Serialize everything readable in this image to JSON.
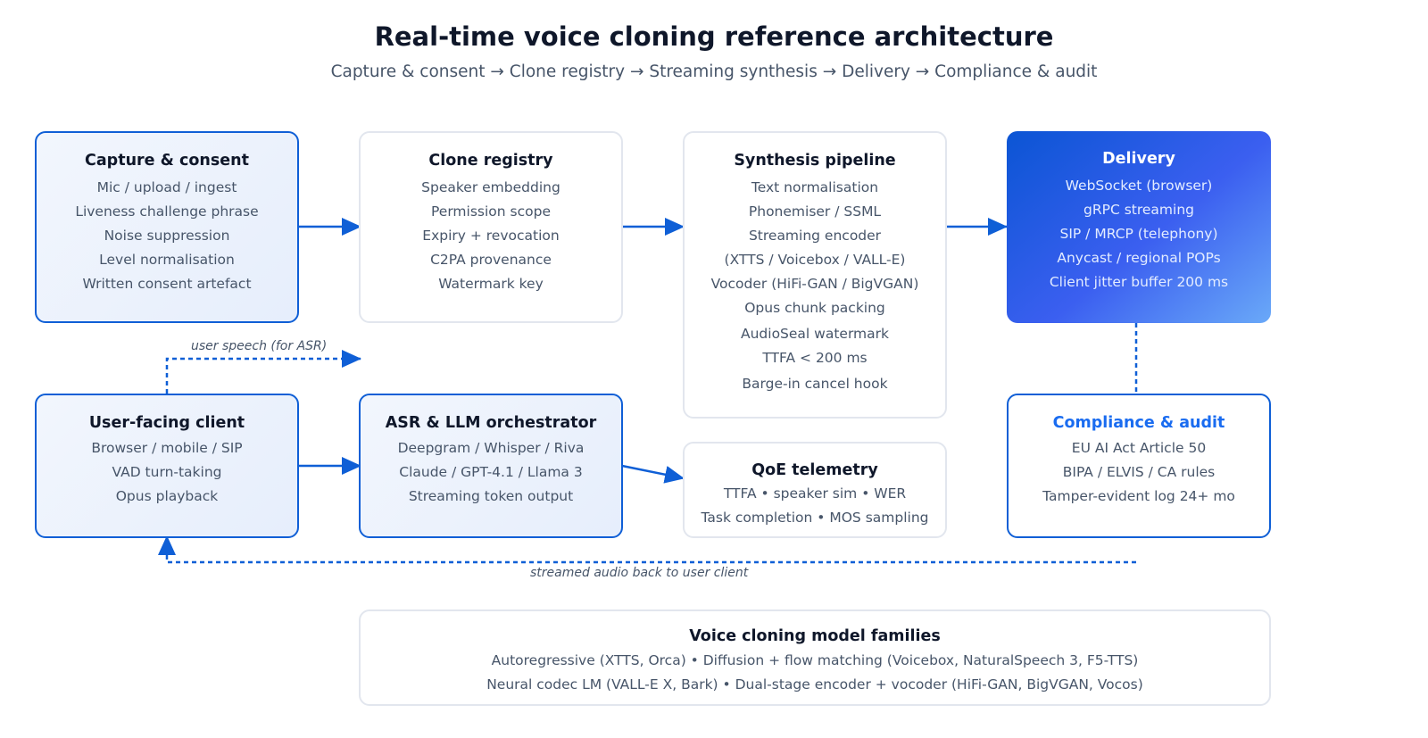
{
  "header": {
    "title": "Real-time voice cloning reference architecture",
    "subtitle": "Capture & consent → Clone registry → Streaming synthesis → Delivery → Compliance & audit"
  },
  "nodes": {
    "capture": {
      "title": "Capture & consent",
      "lines": [
        "Mic / upload / ingest",
        "Liveness challenge phrase",
        "Noise suppression",
        "Level normalisation",
        "Written consent artefact"
      ]
    },
    "registry": {
      "title": "Clone registry",
      "lines": [
        "Speaker embedding",
        "Permission scope",
        "Expiry + revocation",
        "C2PA provenance",
        "Watermark key"
      ]
    },
    "synthesis": {
      "title": "Synthesis pipeline",
      "lines": [
        "Text normalisation",
        "Phonemiser / SSML",
        "Streaming encoder",
        "(XTTS / Voicebox / VALL-E)",
        "Vocoder (HiFi-GAN / BigVGAN)",
        "Opus chunk packing",
        "AudioSeal watermark",
        "TTFA < 200 ms",
        "Barge-in cancel hook"
      ]
    },
    "delivery": {
      "title": "Delivery",
      "lines": [
        "WebSocket (browser)",
        "gRPC streaming",
        "SIP / MRCP (telephony)",
        "Anycast / regional POPs",
        "Client jitter buffer 200 ms"
      ]
    },
    "client": {
      "title": "User-facing client",
      "lines": [
        "Browser / mobile / SIP",
        "VAD turn-taking",
        "Opus playback"
      ]
    },
    "orchestrator": {
      "title": "ASR & LLM orchestrator",
      "lines": [
        "Deepgram / Whisper / Riva",
        "Claude / GPT-4.1 / Llama 3",
        "Streaming token output"
      ]
    },
    "qoe": {
      "title": "QoE telemetry",
      "lines": [
        "TTFA • speaker sim • WER",
        "Task completion • MOS sampling"
      ]
    },
    "compliance": {
      "title": "Compliance & audit",
      "lines": [
        "EU AI Act Article 50",
        "BIPA / ELVIS / CA rules",
        "Tamper-evident log 24+ mo"
      ]
    },
    "families": {
      "title": "Voice cloning model families",
      "lines": [
        "Autoregressive (XTTS, Orca) • Diffusion + flow matching (Voicebox, NaturalSpeech 3, F5-TTS)",
        "Neural codec LM (VALL-E X, Bark) • Dual-stage encoder + vocoder (HiFi-GAN, BigVGAN, Vocos)"
      ]
    }
  },
  "edges": {
    "user_speech_label": "user speech (for ASR)",
    "streamed_audio_label": "streamed audio back to user client"
  },
  "colors": {
    "accent": "#0f5fd6",
    "border_light": "#e2e6ee",
    "title_text": "#0f172a",
    "body_text": "#475569"
  }
}
